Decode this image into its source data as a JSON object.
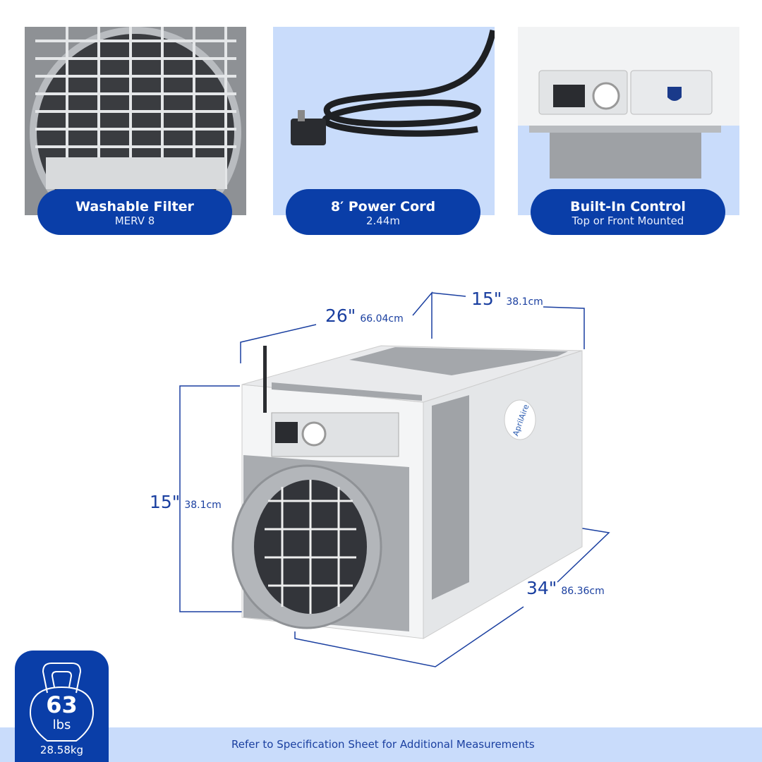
{
  "features": [
    {
      "title": "Washable Filter",
      "subtitle": "MERV 8"
    },
    {
      "title": "8′ Power Cord",
      "subtitle": "2.44m"
    },
    {
      "title": "Built-In Control",
      "subtitle": "Top or Front Mounted"
    }
  ],
  "dimensions": {
    "depth": {
      "in": "26\"",
      "cm": "66.04cm"
    },
    "width": {
      "in": "15\"",
      "cm": "38.1cm"
    },
    "height": {
      "in": "15\"",
      "cm": "38.1cm"
    },
    "length": {
      "in": "34\"",
      "cm": "86.36cm"
    }
  },
  "weight": {
    "value": "63",
    "unit": "lbs",
    "metric": "28.58kg",
    "icon": "kettlebell-icon"
  },
  "footer": "Refer to Specification Sheet for Additional Measurements",
  "brand": "AprilAire",
  "colors": {
    "brand_blue": "#0a3ea8",
    "light_blue": "#c9dcfb"
  }
}
